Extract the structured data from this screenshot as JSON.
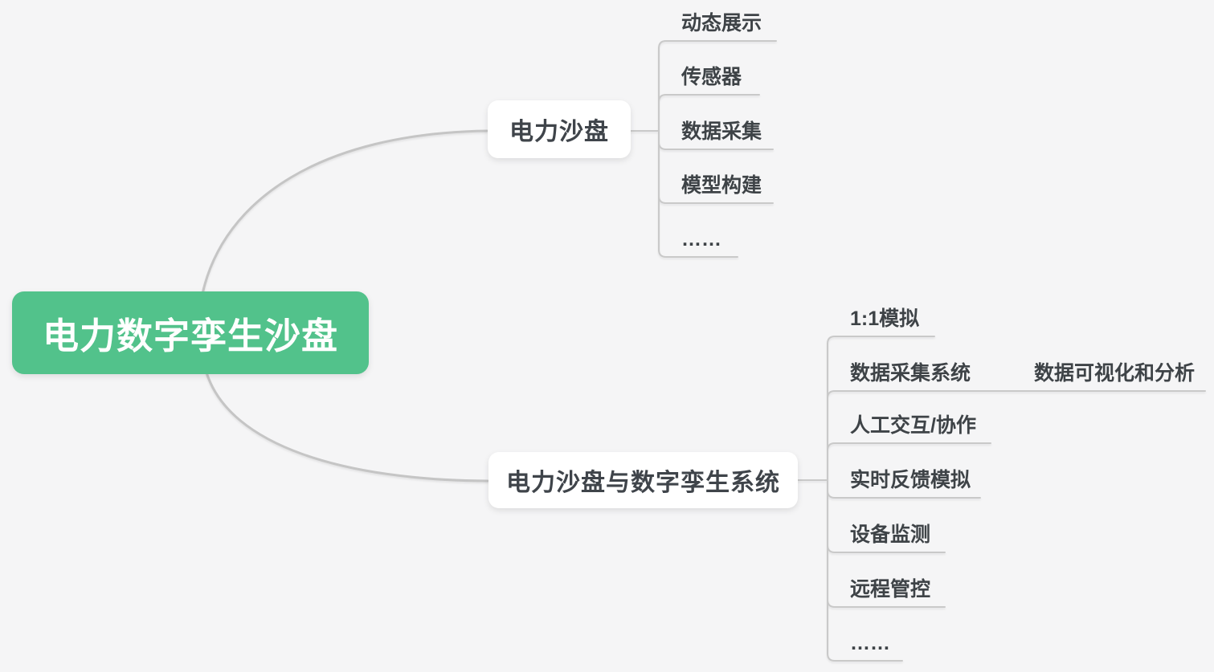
{
  "mindmap": {
    "title": "电力数字孪生沙盘",
    "colors": {
      "root_bg": "#52c28b",
      "root_text": "#ffffff",
      "node_bg": "#ffffff",
      "node_text": "#3f444a",
      "line": "#c9c9c9",
      "curve": "#c5c5c5",
      "canvas_bg": "#f5f5f6"
    },
    "root": {
      "label": "电力数字孪生沙盘"
    },
    "branches": [
      {
        "label": "电力沙盘",
        "children": [
          {
            "label": "动态展示"
          },
          {
            "label": "传感器"
          },
          {
            "label": "数据采集"
          },
          {
            "label": "模型构建"
          },
          {
            "label": "……"
          }
        ]
      },
      {
        "label": "电力沙盘与数字孪生系统",
        "children": [
          {
            "label": "1:1模拟"
          },
          {
            "label": "数据采集系统",
            "children": [
              {
                "label": "数据可视化和分析"
              }
            ]
          },
          {
            "label": "人工交互/协作"
          },
          {
            "label": "实时反馈模拟"
          },
          {
            "label": "设备监测"
          },
          {
            "label": "远程管控"
          },
          {
            "label": "……"
          }
        ]
      }
    ]
  }
}
